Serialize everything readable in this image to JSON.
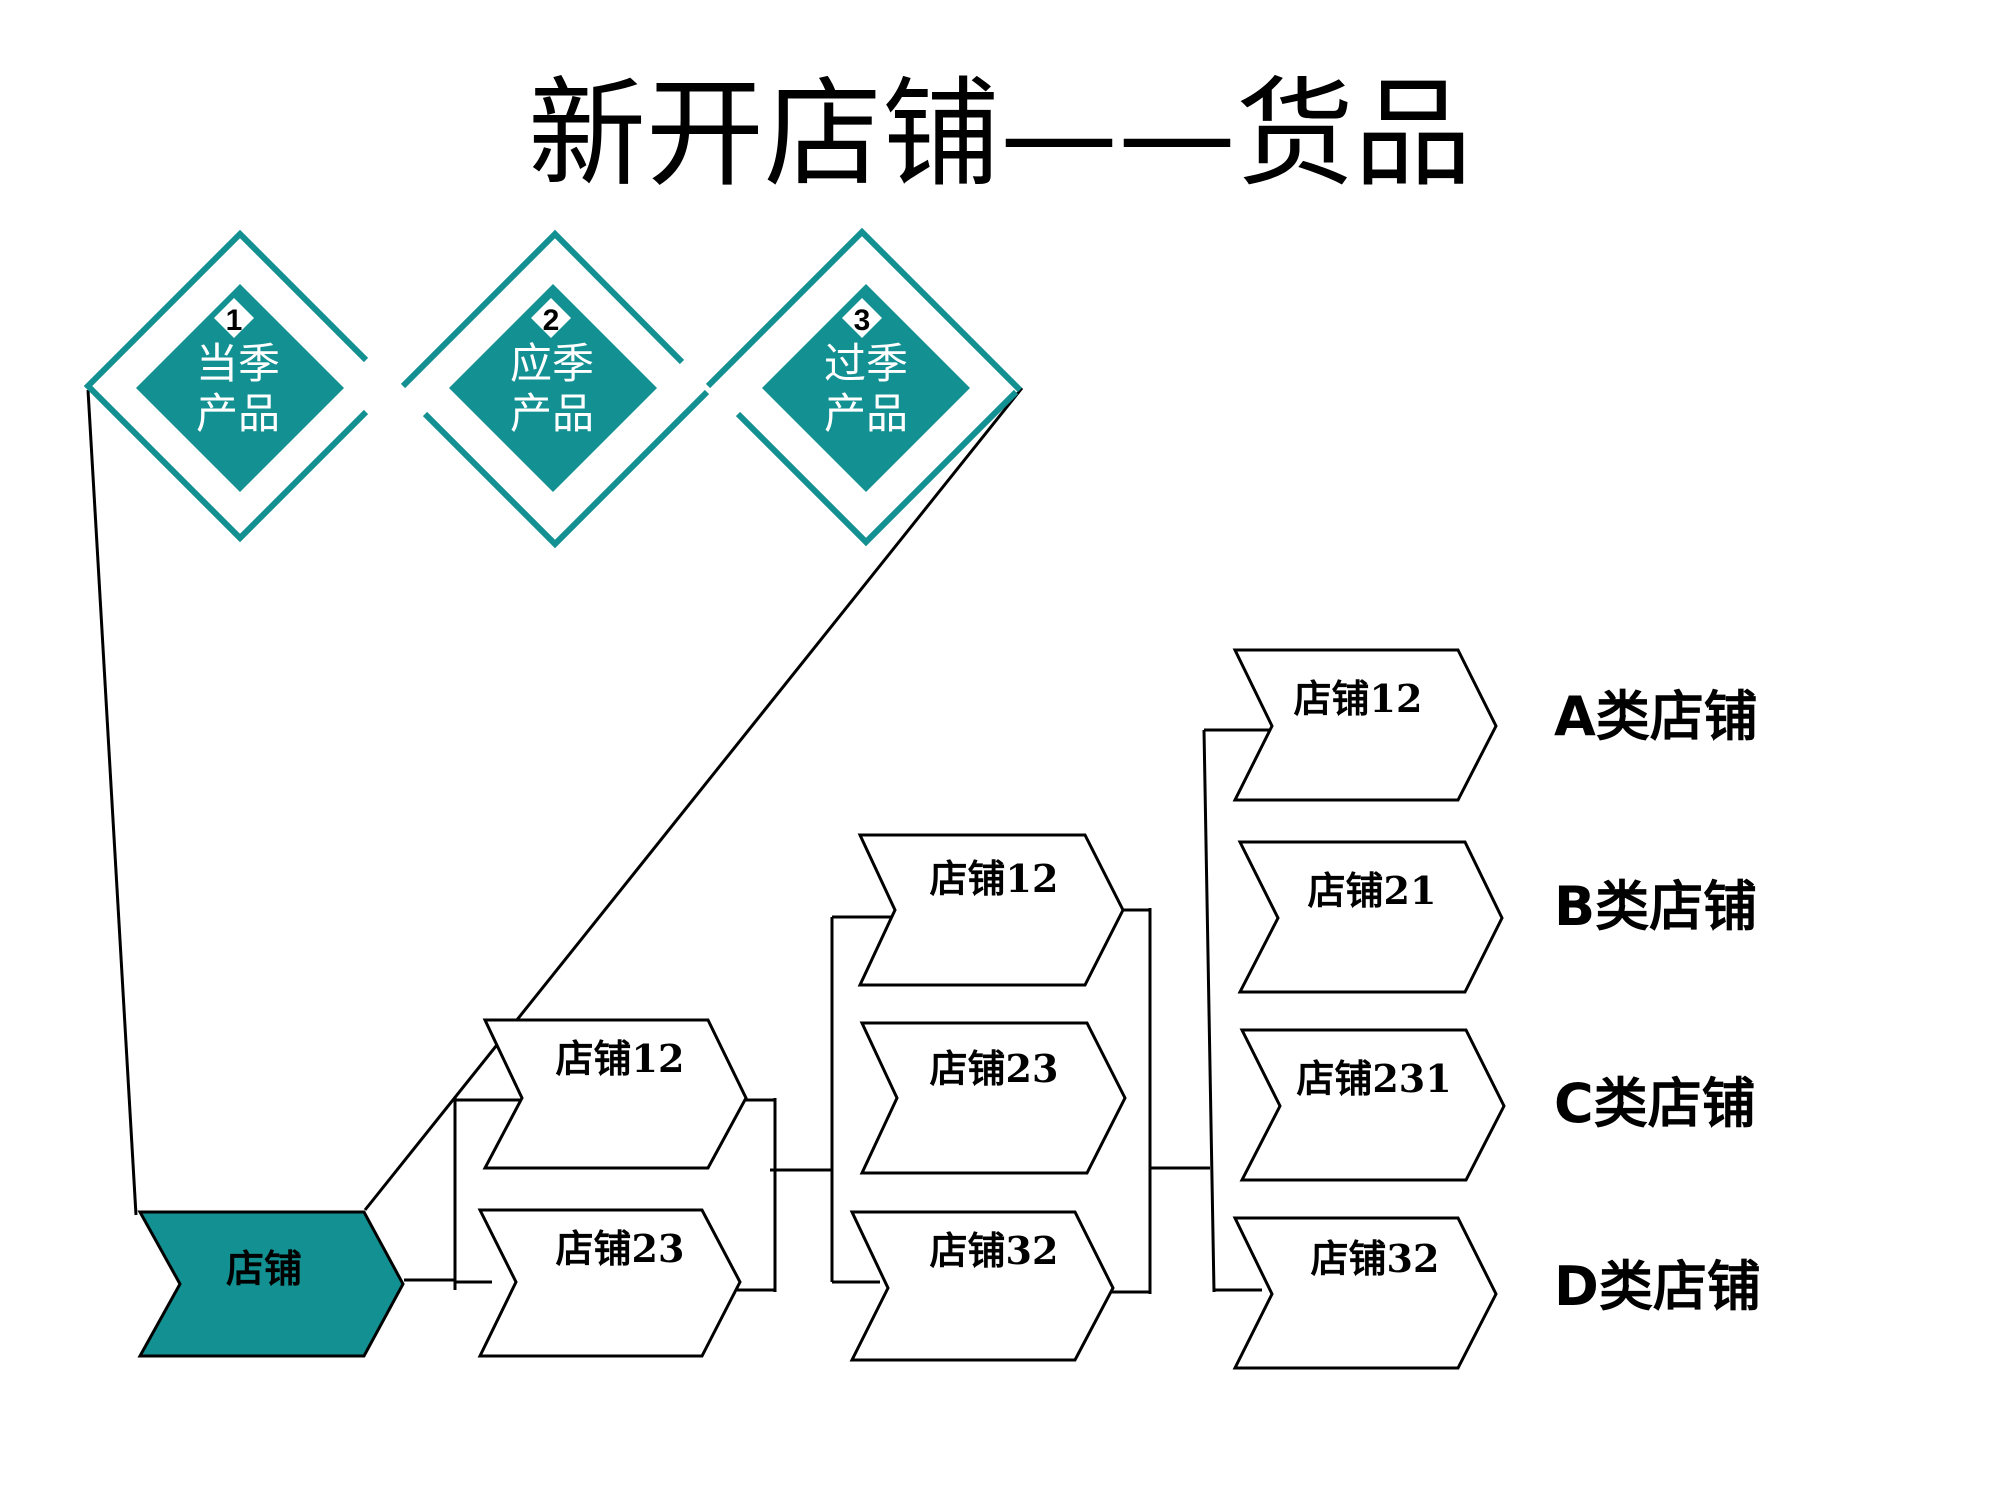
{
  "title": "新开店铺——货品",
  "categories": [
    {
      "num": "1",
      "line1": "当季",
      "line2": "产品"
    },
    {
      "num": "2",
      "line1": "应季",
      "line2": "产品"
    },
    {
      "num": "3",
      "line1": "过季",
      "line2": "产品"
    }
  ],
  "root": {
    "label": "店铺"
  },
  "level1": [
    {
      "label": "店铺12"
    },
    {
      "label": "店铺23"
    }
  ],
  "level2": [
    {
      "label": "店铺12"
    },
    {
      "label": "店铺23"
    },
    {
      "label": "店铺32"
    }
  ],
  "level3": [
    {
      "label": "店铺12",
      "class": "A类店铺"
    },
    {
      "label": "店铺21",
      "class": "B类店铺"
    },
    {
      "label": "店铺231",
      "class": "C类店铺"
    },
    {
      "label": "店铺32",
      "class": "D类店铺"
    }
  ],
  "colors": {
    "accent": "#139092",
    "line": "#000000"
  }
}
